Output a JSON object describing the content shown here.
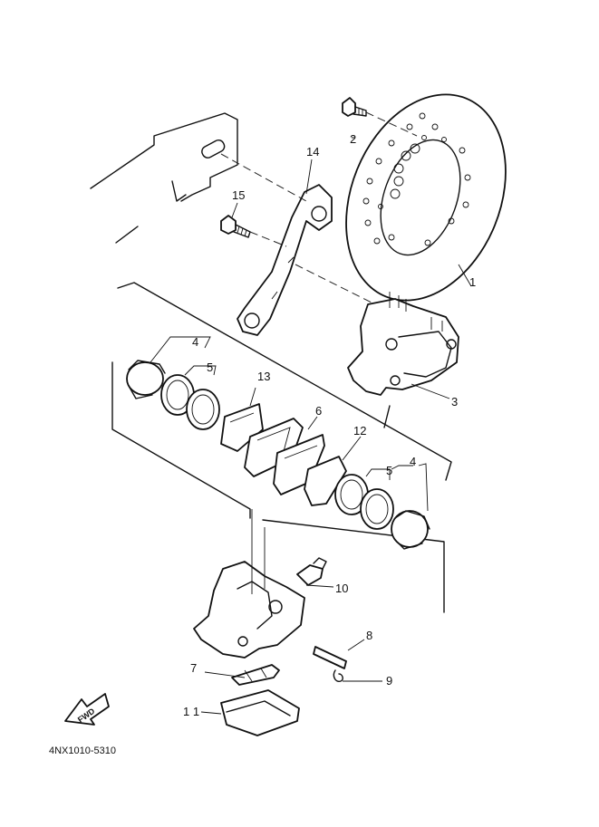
{
  "diagram": {
    "catalog_code": "4NX1010-5310",
    "forward_label": "FWD",
    "callouts": [
      {
        "id": "c1",
        "label": "1"
      },
      {
        "id": "c2",
        "label": "2"
      },
      {
        "id": "c3",
        "label": "3"
      },
      {
        "id": "c4a",
        "label": "4"
      },
      {
        "id": "c4b",
        "label": "4"
      },
      {
        "id": "c5a",
        "label": "5"
      },
      {
        "id": "c5b",
        "label": "5"
      },
      {
        "id": "c6",
        "label": "6"
      },
      {
        "id": "c7",
        "label": "7"
      },
      {
        "id": "c8",
        "label": "8"
      },
      {
        "id": "c9",
        "label": "9"
      },
      {
        "id": "c10",
        "label": "10"
      },
      {
        "id": "c11",
        "label": "1 1"
      },
      {
        "id": "c12",
        "label": "12"
      },
      {
        "id": "c13",
        "label": "13"
      },
      {
        "id": "c14",
        "label": "14"
      },
      {
        "id": "c15",
        "label": "15"
      }
    ]
  }
}
